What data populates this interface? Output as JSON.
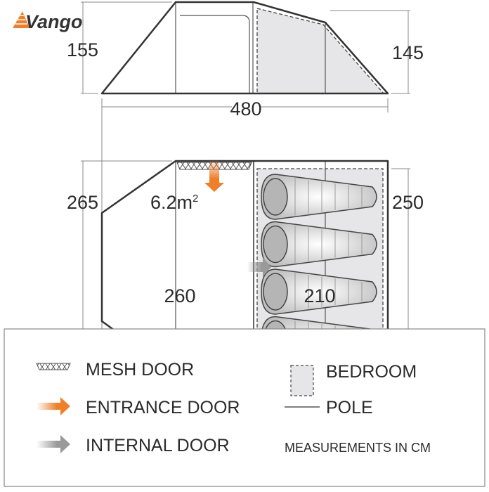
{
  "brand": {
    "name": "Vango",
    "accent": "#f07f2a"
  },
  "side_view": {
    "height_left": "155",
    "height_right": "145",
    "length": "480"
  },
  "floor_plan": {
    "width_left": "265",
    "width_right": "250",
    "area": "6.2m",
    "area_unit_sup": "2",
    "living_length": "260",
    "bedroom_length": "210",
    "sleeping_bags": 4
  },
  "legend": {
    "mesh_door": "MESH DOOR",
    "entrance_door": "ENTRANCE DOOR",
    "internal_door": "INTERNAL DOOR",
    "bedroom": "BEDROOM",
    "pole": "POLE",
    "note": "MEASUREMENTS IN CM"
  },
  "colors": {
    "entrance": "#f07f2a",
    "internal": "#9a9a9a",
    "bedroom_fill": "#e6e6e8",
    "outline": "#333333"
  }
}
